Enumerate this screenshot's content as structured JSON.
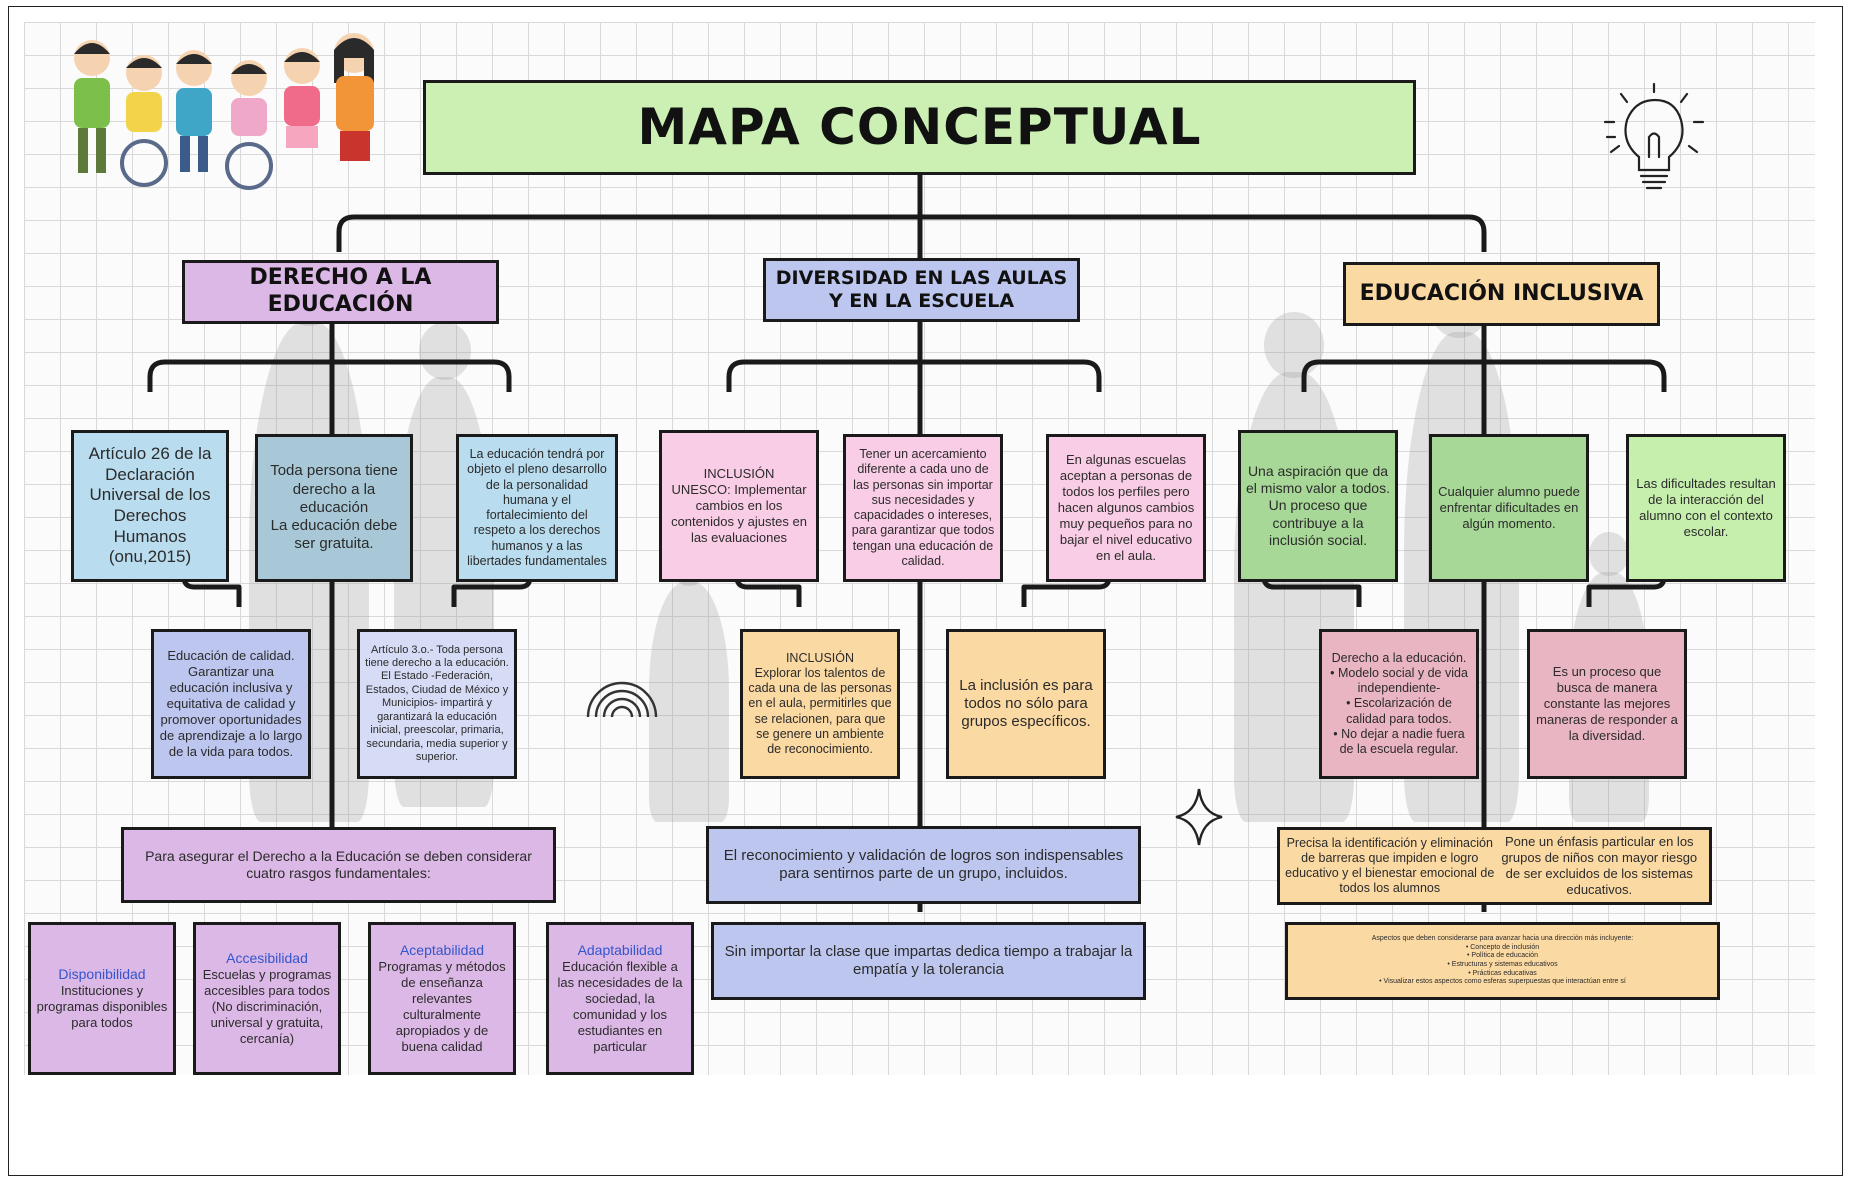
{
  "title": "MAPA CONCEPTUAL",
  "branches": {
    "derecho": {
      "heading": "DERECHO A LA EDUCACIÓN",
      "n1": "Artículo 26 de la Declaración Universal de los Derechos Humanos (onu,2015)",
      "n2": "Toda persona tiene derecho a la educación\nLa educación debe ser gratuita.",
      "n3": "La educación tendrá por objeto el pleno desarrollo de la personalidad humana y el fortalecimiento del respeto a los derechos humanos y a las libertades fundamentales",
      "n4": "Educación de calidad. Garantizar una educación inclusiva y equitativa de calidad y promover oportunidades de aprendizaje a lo largo de la vida para todos.",
      "n5": "Artículo 3.o.- Toda persona tiene derecho a la educación. El Estado -Federación, Estados, Ciudad de México y Municipios- impartirá y garantizará la educación inicial, preescolar, primaria, secundaria, media superior y superior.",
      "summary": "Para asegurar el Derecho a la Educación se deben considerar cuatro rasgos fundamentales:",
      "traits": [
        {
          "label": "Disponibilidad",
          "text": "Instituciones y programas disponibles para todos"
        },
        {
          "label": "Accesibilidad",
          "text": "Escuelas y programas accesibles para todos (No discriminación, universal y gratuita, cercanía)"
        },
        {
          "label": "Aceptabilidad",
          "text": "Programas y métodos de enseñanza relevantes culturalmente apropiados y de buena calidad"
        },
        {
          "label": "Adaptabilidad",
          "text": "Educación flexible a las necesidades de la sociedad, la comunidad y los estudiantes en particular"
        }
      ]
    },
    "diversidad": {
      "heading": "DIVERSIDAD EN LAS AULAS Y EN LA ESCUELA",
      "n1": "INCLUSIÓN\nUNESCO: Implementar cambios en los contenidos y ajustes en las evaluaciones",
      "n2": "Tener un acercamiento diferente a cada uno de las personas sin importar sus necesidades y capacidades o intereses, para garantizar que todos tengan una educación de calidad.",
      "n3": "En algunas escuelas aceptan a personas de todos los perfiles pero hacen algunos cambios muy pequeños para no bajar el nivel educativo en el aula.",
      "n4": "INCLUSIÓN\nExplorar los talentos de cada una de las personas en el aula, permitirles que se relacionen, para que se genere un ambiente de reconocimiento.",
      "n5": "La inclusión es para todos  no sólo para grupos específicos.",
      "summary1": "El reconocimiento y validación de logros son indispensables para sentirnos parte de un grupo, incluidos.",
      "summary2": "Sin importar la clase que impartas dedica tiempo a trabajar la empatía y la tolerancia"
    },
    "inclusiva": {
      "heading": "EDUCACIÓN INCLUSIVA",
      "n1": "Una aspiración que da el mismo valor a todos. Un proceso que contribuye a la inclusión social.",
      "n2": "Cualquier alumno puede enfrentar dificultades en algún momento.",
      "n3": "Las dificultades resultan de la interacción del alumno con el contexto escolar.",
      "n4": "Derecho a la educación.\n• Modelo social y de vida independiente-\n• Escolarización de calidad para todos.\n• No dejar a nadie fuera de la escuela regular.",
      "n5": "Es un proceso que busca de manera constante las mejores maneras de responder a la diversidad.",
      "summary_left": "Precisa la identificación y eliminación de barreras que impiden e logro educativo y el bienestar emocional de todos los alumnos",
      "summary_right": "Pone un énfasis particular en los grupos de niños con mayor riesgo de ser excluidos de los sistemas educativos.",
      "aspects": "Aspectos que deben considerarse para avanzar hacia una dirección más incluyente:\n• Concepto de inclusión\n• Política de educación\n• Estructuras y sistemas educativos\n• Prácticas educativas\n• Visualizar estos aspectos como esferas superpuestas que interactúan entre sí"
    }
  },
  "icons": [
    "children-illustration-icon",
    "lightbulb-icon",
    "rainbow-icon",
    "sparkle-icon"
  ],
  "colors": {
    "title_bg": "#ccf0b4",
    "derecho_heading": "#dcb8e6",
    "diversidad_heading": "#bcc6ee",
    "inclusiva_heading": "#fbd9a3",
    "line": "#1a1a1a"
  }
}
